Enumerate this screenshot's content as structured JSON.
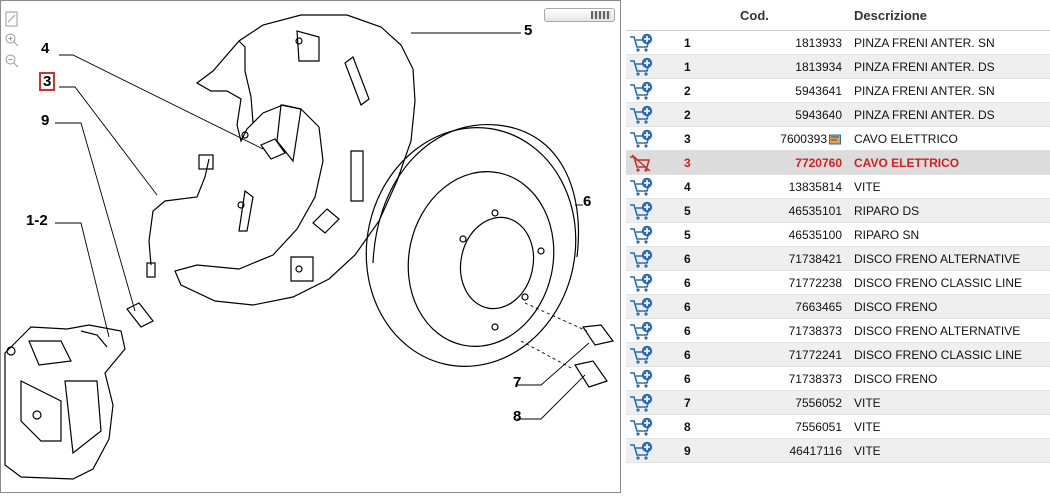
{
  "diagram": {
    "callouts": [
      {
        "id": "4",
        "label": "4"
      },
      {
        "id": "3",
        "label": "3"
      },
      {
        "id": "9",
        "label": "9"
      },
      {
        "id": "1-2",
        "label": "1-2"
      },
      {
        "id": "5",
        "label": "5"
      },
      {
        "id": "6",
        "label": "6"
      },
      {
        "id": "7",
        "label": "7"
      },
      {
        "id": "8",
        "label": "8"
      }
    ],
    "highlighted_callout": "3"
  },
  "table": {
    "headers": {
      "pos": "",
      "code": "Cod.",
      "desc": "Descrizione"
    },
    "rows": [
      {
        "pos": "1",
        "code": "1813933",
        "desc": "PINZA FRENI ANTER. SN"
      },
      {
        "pos": "1",
        "code": "1813934",
        "desc": "PINZA FRENI ANTER. DS"
      },
      {
        "pos": "2",
        "code": "5943641",
        "desc": "PINZA FRENI ANTER. SN"
      },
      {
        "pos": "2",
        "code": "5943640",
        "desc": "PINZA FRENI ANTER. DS"
      },
      {
        "pos": "3",
        "code": "7600393",
        "desc": "CAVO ELETTRICO",
        "info_icon": true
      },
      {
        "pos": "3",
        "code": "7720760",
        "desc": "CAVO ELETTRICO",
        "selected": true
      },
      {
        "pos": "4",
        "code": "13835814",
        "desc": "VITE"
      },
      {
        "pos": "5",
        "code": "46535101",
        "desc": "RIPARO DS"
      },
      {
        "pos": "5",
        "code": "46535100",
        "desc": "RIPARO SN"
      },
      {
        "pos": "6",
        "code": "71738421",
        "desc": "DISCO FRENO ALTERNATIVE"
      },
      {
        "pos": "6",
        "code": "71772238",
        "desc": "DISCO FRENO CLASSIC LINE"
      },
      {
        "pos": "6",
        "code": "7663465",
        "desc": "DISCO FRENO"
      },
      {
        "pos": "6",
        "code": "71738373",
        "desc": "DISCO FRENO ALTERNATIVE"
      },
      {
        "pos": "6",
        "code": "71772241",
        "desc": "DISCO FRENO CLASSIC LINE"
      },
      {
        "pos": "6",
        "code": "71738373",
        "desc": "DISCO FRENO"
      },
      {
        "pos": "7",
        "code": "7556052",
        "desc": "VITE"
      },
      {
        "pos": "8",
        "code": "7556051",
        "desc": "VITE"
      },
      {
        "pos": "9",
        "code": "46417116",
        "desc": "VITE"
      }
    ]
  },
  "icons": {
    "cart": "cart-add-icon",
    "info": "info-icon",
    "zoom_in": "zoom-in-icon",
    "zoom_out": "zoom-out-icon",
    "fit": "fit-page-icon"
  },
  "colors": {
    "selected_text": "#d21f1f",
    "cart_icon": "#2a6db5",
    "callout_highlight": "#d03030"
  }
}
